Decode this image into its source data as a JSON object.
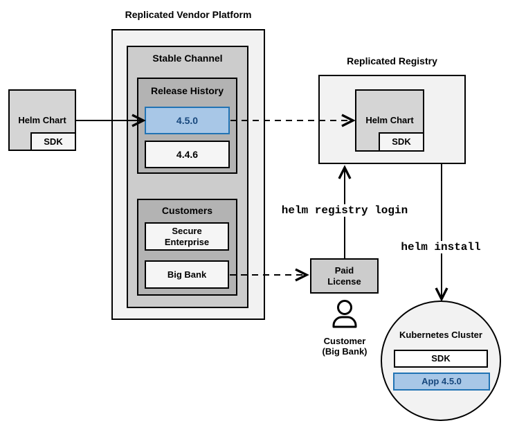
{
  "colors": {
    "accent_blue_fill": "#a8c7e7",
    "accent_blue_border": "#2173b4",
    "accent_blue_text": "#17477c",
    "container_light_gray": "#f2f2f2",
    "channel_gray": "#cccccc",
    "inner_gray": "#b3b3b3"
  },
  "vendor_platform": {
    "title": "Replicated Vendor Platform",
    "stable_channel_label": "Stable Channel",
    "release_history_label": "Release History",
    "versions": [
      "4.5.0",
      "4.4.6"
    ],
    "customers_label": "Customers",
    "customers": [
      "Secure Enterprise",
      "Big Bank"
    ]
  },
  "source_chart": {
    "label": "Helm Chart",
    "sdk_label": "SDK"
  },
  "registry": {
    "title": "Replicated Registry",
    "helm_chart_label": "Helm Chart",
    "sdk_label": "SDK"
  },
  "license": {
    "label": "Paid License"
  },
  "customer": {
    "name": "Customer",
    "org": "(Big Bank)"
  },
  "commands": {
    "registry_login": "helm registry login",
    "install": "helm install"
  },
  "cluster": {
    "title": "Kubernetes Cluster",
    "sdk_label": "SDK",
    "app_label": "App 4.5.0"
  }
}
